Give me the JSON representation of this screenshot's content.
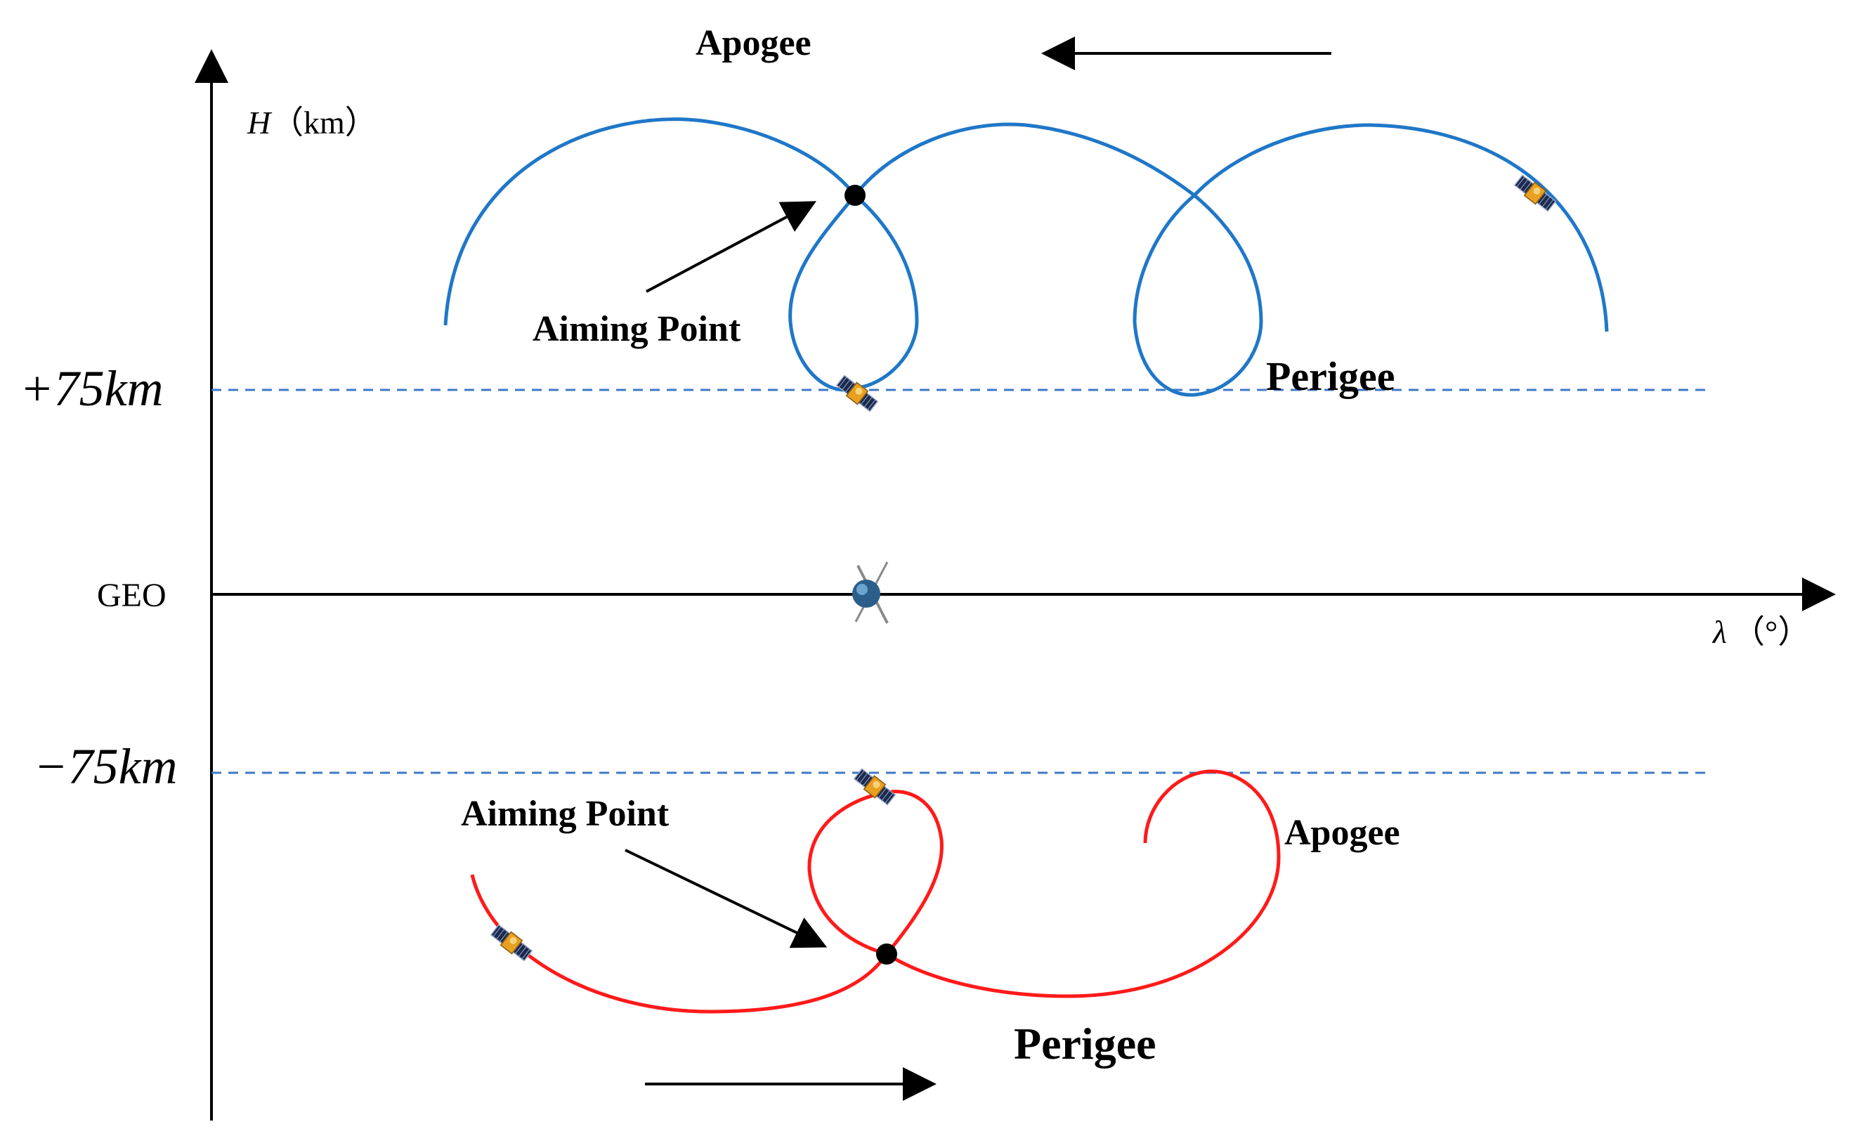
{
  "axes": {
    "y_label_var": "H",
    "y_label_unit": "（km）",
    "x_label_var": "λ",
    "x_label_unit": "（°）",
    "origin_label": "GEO",
    "upper_limit_label": "+75km",
    "lower_limit_label": "−75km"
  },
  "upper_trajectory": {
    "color": "#1f77c8",
    "apogee_label": "Apogee",
    "perigee_label": "Perigee",
    "aiming_point_label": "Aiming Point"
  },
  "lower_trajectory": {
    "color": "#ff1a1a",
    "apogee_label": "Apogee",
    "perigee_label": "Perigee",
    "aiming_point_label": "Aiming Point"
  },
  "guide_line_color": "#3f78c8",
  "icons": {
    "satellite": "satellite-icon",
    "geo_satellite": "geo-satellite-icon",
    "aiming_point": "aiming-point-marker"
  }
}
